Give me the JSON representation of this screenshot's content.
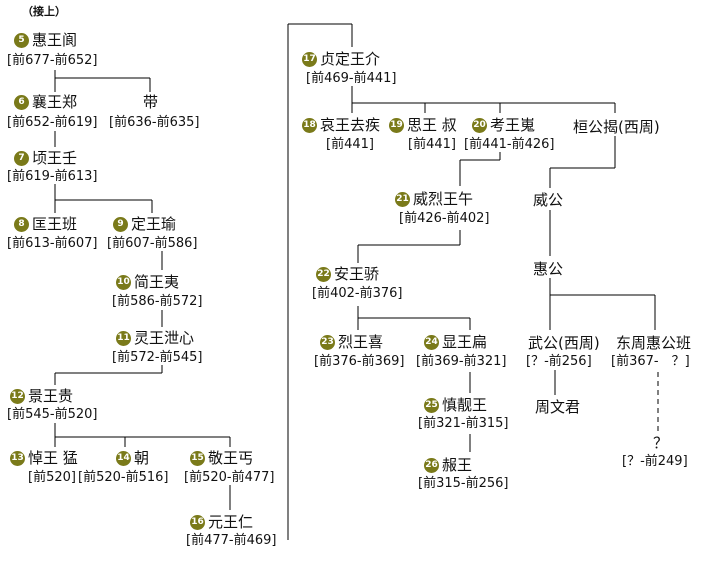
{
  "header": "（接上）",
  "rulers": [
    {
      "num": "5",
      "name": "惠王阆",
      "years": "[前677-前652]"
    },
    {
      "num": "6",
      "name": "襄王郑",
      "years": "[前652-前619]"
    },
    {
      "num": "7",
      "name": "顷王壬",
      "years": "[前619-前613]"
    },
    {
      "num": "8",
      "name": "匡王班",
      "years": "[前613-前607]"
    },
    {
      "num": "9",
      "name": "定王瑜",
      "years": "[前607-前586]"
    },
    {
      "num": "10",
      "name": "简王夷",
      "years": "[前586-前572]"
    },
    {
      "num": "11",
      "name": "灵王泄心",
      "years": "[前572-前545]"
    },
    {
      "num": "12",
      "name": "景王贵",
      "years": "[前545-前520]"
    },
    {
      "num": "13",
      "name": "悼王 猛",
      "years": "[前520]"
    },
    {
      "num": "14",
      "name": "朝",
      "years": "[前520-前516]"
    },
    {
      "num": "15",
      "name": "敬王丐",
      "years": "[前520-前477]"
    },
    {
      "num": "16",
      "name": "元王仁",
      "years": "[前477-前469]"
    },
    {
      "num": "17",
      "name": "贞定王介",
      "years": "[前469-前441]"
    },
    {
      "num": "18",
      "name": "哀王去疾",
      "years": "[前441]"
    },
    {
      "num": "19",
      "name": "思王 叔",
      "years": "[前441]"
    },
    {
      "num": "20",
      "name": "考王嵬",
      "years": "[前441-前426]"
    },
    {
      "num": "21",
      "name": "威烈王午",
      "years": "[前426-前402]"
    },
    {
      "num": "22",
      "name": "安王骄",
      "years": "[前402-前376]"
    },
    {
      "num": "23",
      "name": "烈王喜",
      "years": "[前376-前369]"
    },
    {
      "num": "24",
      "name": "显王扁",
      "years": "[前369-前321]"
    },
    {
      "num": "25",
      "name": "慎靓王",
      "years": "[前321-前315]"
    },
    {
      "num": "26",
      "name": "赧王",
      "years": "[前315-前256]"
    }
  ],
  "others": {
    "dai": "带",
    "dai_years": "[前636-前635]",
    "huangong": "桓公揭(西周)",
    "weigong": "威公",
    "huigong": "惠公",
    "wugong": "武公(西周)",
    "wugong_years": "[？-前256]",
    "zhouwenjun": "周文君",
    "dongzhou": "东周惠公班",
    "dongzhou_years": "[前367-　？]",
    "unknown": "？",
    "unknown_years": "[？-前249]"
  },
  "colors": {
    "badge": "#7a7a1a",
    "line": "#000000"
  }
}
